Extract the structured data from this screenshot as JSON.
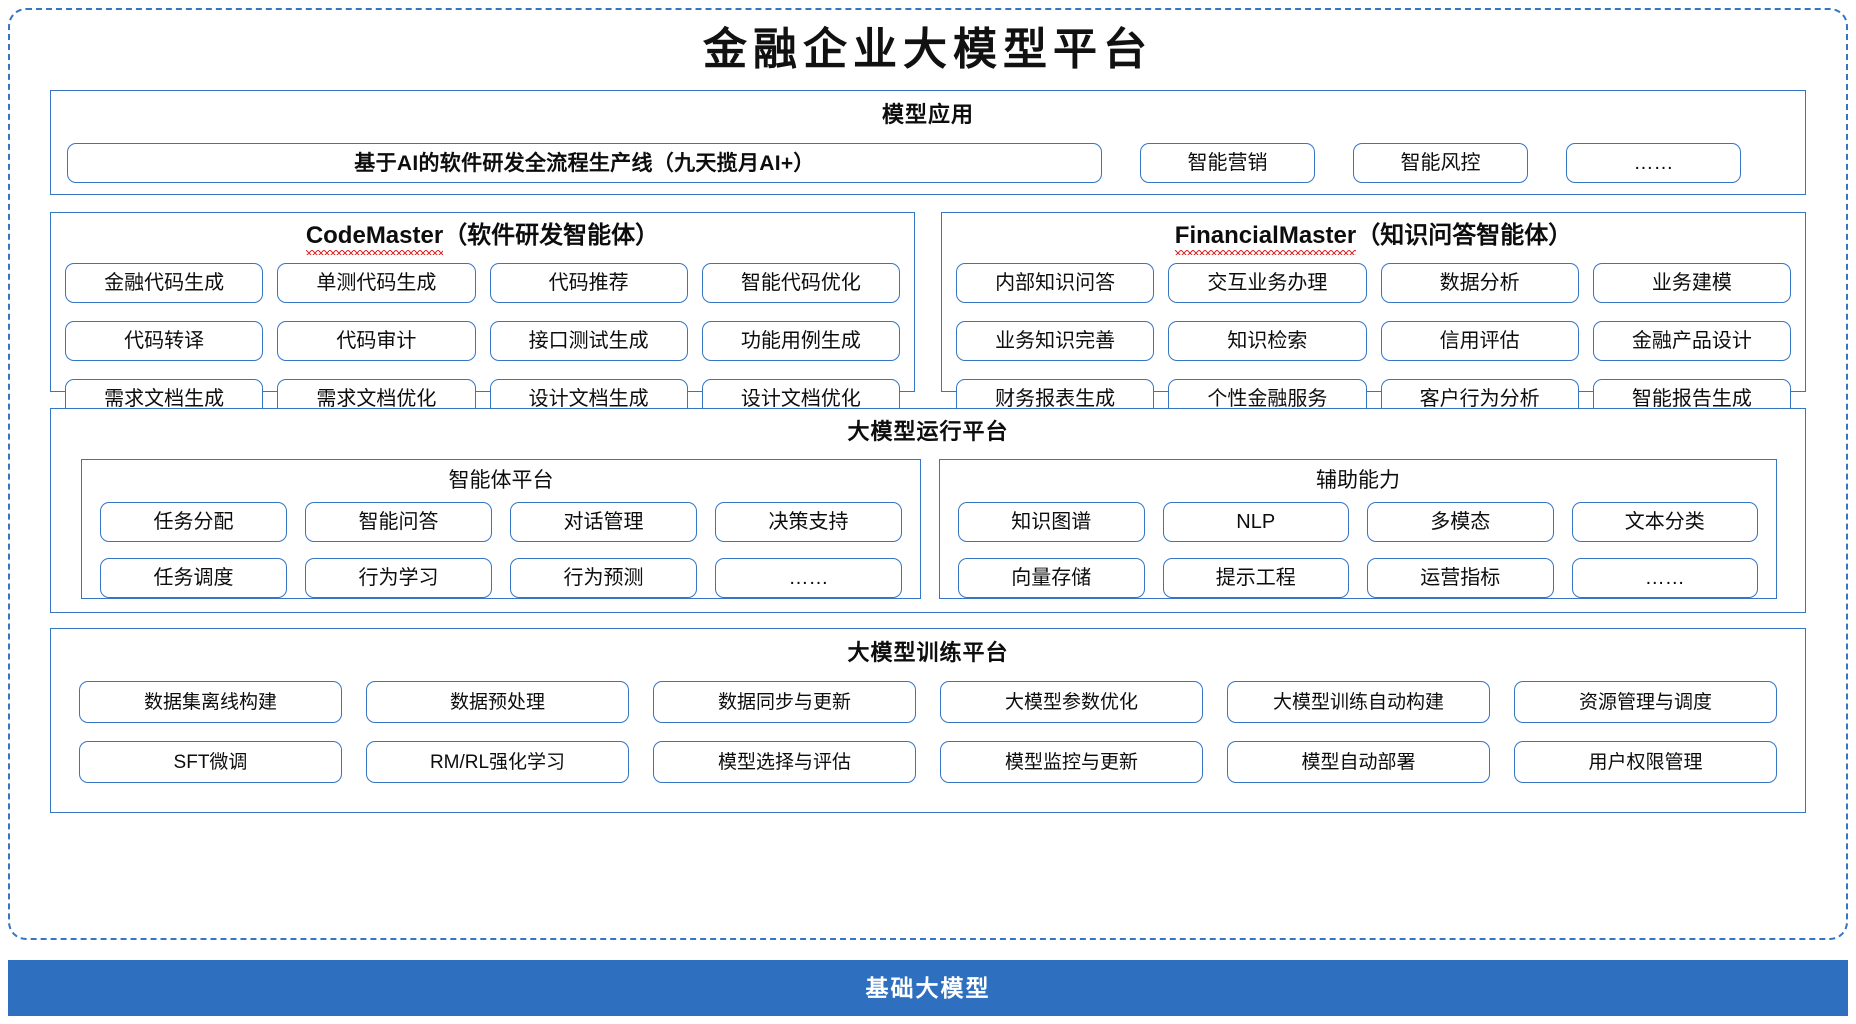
{
  "page": {
    "title": "金融企业大模型平台",
    "accent_blue": "#3575c4",
    "bar_blue": "#2e6fbf"
  },
  "model_application": {
    "title": "模型应用",
    "pipeline": "基于AI的软件研发全流程生产线（九天揽月AI+）",
    "items": [
      "智能营销",
      "智能风控",
      "……"
    ]
  },
  "code_master": {
    "name": "CodeMaster",
    "suffix": "（软件研发智能体）",
    "items": [
      "金融代码生成",
      "单测代码生成",
      "代码推荐",
      "智能代码优化",
      "代码转译",
      "代码审计",
      "接口测试生成",
      "功能用例生成",
      "需求文档生成",
      "需求文档优化",
      "设计文档生成",
      "设计文档优化"
    ]
  },
  "financial_master": {
    "name": "FinancialMaster",
    "suffix": "（知识问答智能体）",
    "items": [
      "内部知识问答",
      "交互业务办理",
      "数据分析",
      "业务建模",
      "业务知识完善",
      "知识检索",
      "信用评估",
      "金融产品设计",
      "财务报表生成",
      "个性金融服务",
      "客户行为分析",
      "智能报告生成"
    ]
  },
  "runtime_platform": {
    "title": "大模型运行平台",
    "agent_platform": {
      "title": "智能体平台",
      "items": [
        "任务分配",
        "智能问答",
        "对话管理",
        "决策支持",
        "任务调度",
        "行为学习",
        "行为预测",
        "……"
      ]
    },
    "assist_capability": {
      "title": "辅助能力",
      "items": [
        "知识图谱",
        "NLP",
        "多模态",
        "文本分类",
        "向量存储",
        "提示工程",
        "运营指标",
        "……"
      ]
    }
  },
  "training_platform": {
    "title": "大模型训练平台",
    "items": [
      "数据集离线构建",
      "数据预处理",
      "数据同步与更新",
      "大模型参数优化",
      "大模型训练自动构建",
      "资源管理与调度",
      "SFT微调",
      "RM/RL强化学习",
      "模型选择与评估",
      "模型监控与更新",
      "模型自动部署",
      "用户权限管理"
    ]
  },
  "foundation": {
    "label": "基础大模型"
  }
}
